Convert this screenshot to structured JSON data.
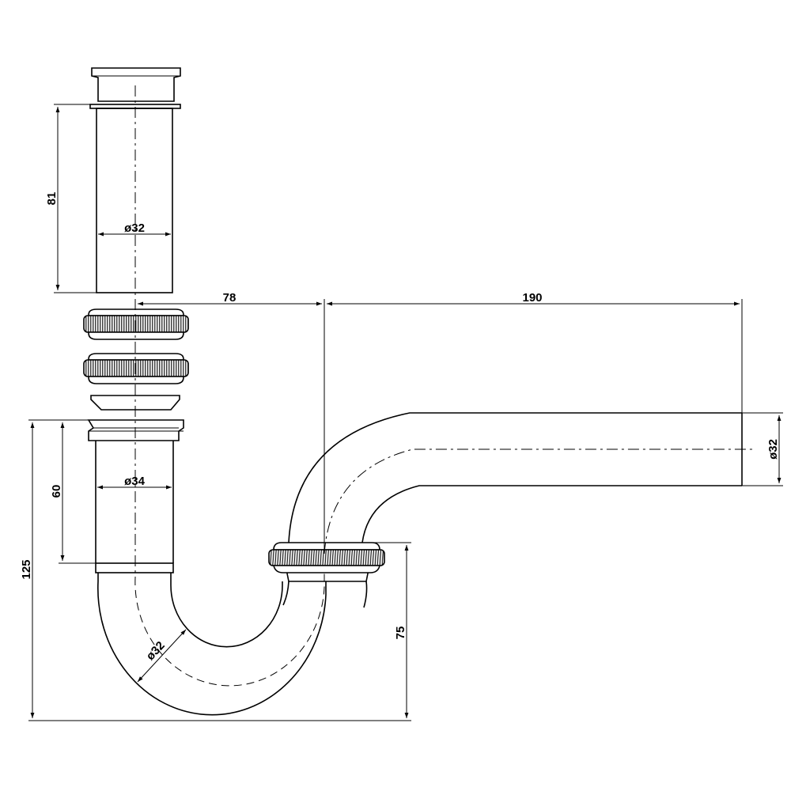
{
  "drawing": {
    "dimensions": {
      "tailpiece_length": "81",
      "tailpiece_diameter": "ø32",
      "trap_inlet_length": "60",
      "trap_inlet_diameter": "ø34",
      "total_height": "125",
      "bend_diameter": "ø32",
      "center_offset": "78",
      "arm_length": "190",
      "outlet_height": "75",
      "arm_diameter": "ø32"
    },
    "colors": {
      "line": "#000000",
      "background": "#ffffff"
    }
  }
}
